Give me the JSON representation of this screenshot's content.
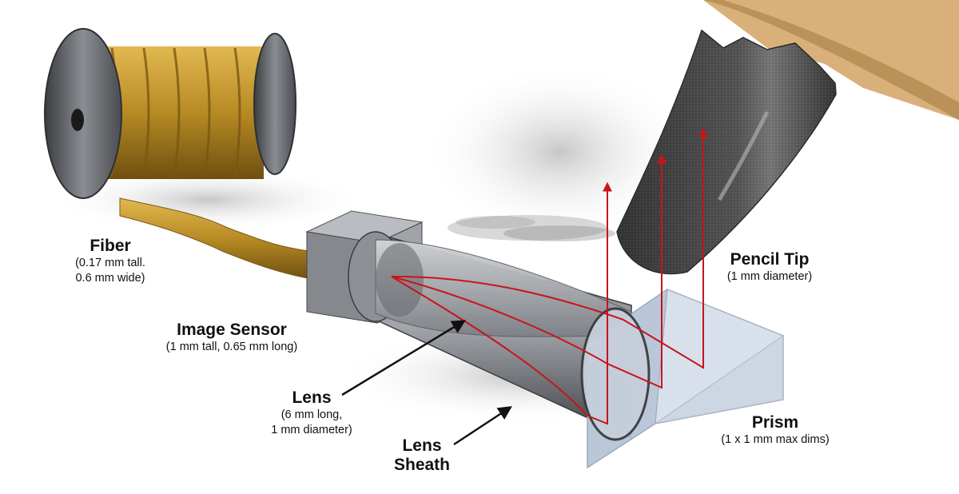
{
  "labels": {
    "fiber": {
      "title": "Fiber",
      "lines": [
        "(0.17 mm tall.",
        "0.6 mm wide)"
      ]
    },
    "image_sensor": {
      "title": "Image Sensor",
      "lines": [
        "(1 mm tall, 0.65 mm long)"
      ]
    },
    "lens": {
      "title": "Lens",
      "lines": [
        "(6 mm long,",
        "1 mm diameter)"
      ]
    },
    "lens_sheath": {
      "title_lines": [
        "Lens",
        "Sheath"
      ]
    },
    "pencil_tip": {
      "title": "Pencil Tip",
      "lines": [
        "(1 mm diameter)"
      ]
    },
    "prism": {
      "title": "Prism",
      "lines": [
        "(1 x 1 mm max dims)"
      ]
    }
  },
  "colors": {
    "ray": "#c8141b",
    "fiber": "#b78a24",
    "spool": "#5a5d62",
    "metal": "#7a7d82",
    "prism": "#b9c6d8",
    "pencil_wood": "#d9b07a",
    "graphite": "#3a3a3a"
  }
}
